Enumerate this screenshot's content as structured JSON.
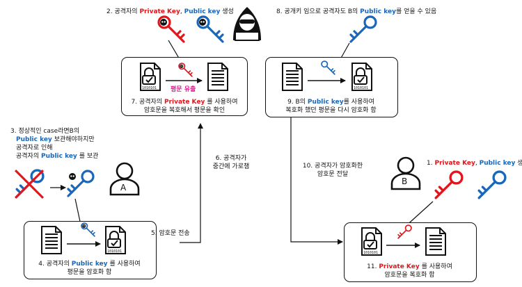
{
  "step1": {
    "num": "1.",
    "private": "Private Key",
    "sep": ",",
    "public": "Public key",
    "tail": "생성"
  },
  "step2": {
    "num": "2. 공격자의",
    "private": "Private Key",
    "sep": ",",
    "public": "Public key",
    "tail": "생성"
  },
  "step3": {
    "line1": "3. 정상적인 case라면B의",
    "line2_key": "Public key",
    "line2_tail": "보관해야하지만",
    "line3": "공격자로 인해",
    "line4_head": "공격자의",
    "line4_key": "Public key",
    "line4_tail": "를 보관"
  },
  "step4": {
    "line1_head": "4. 공격자의",
    "line1_key": "Public key",
    "line1_tail": "를 사용하여",
    "line2": "평문을 암호화 함"
  },
  "step5": {
    "label": "5. 암호문 전송"
  },
  "step6": {
    "line1": "6. 공격자가",
    "line2": "중간에 가로챔"
  },
  "step7": {
    "line1_head": "7. 공격자의",
    "line1_key": "Private Key",
    "line1_tail": "를 사용하여",
    "line2": "암호문을 복호해서 평문을 확인",
    "leak": "평문 유출"
  },
  "step8": {
    "head": "8. 공개키 임으로 공격자도 B의",
    "key": "Public key",
    "tail": "를 얻을 수 있음"
  },
  "step9": {
    "line1_head": "9. B의",
    "line1_key": "Public key",
    "line1_tail": "를 사용하여",
    "line2": "복호화 했던 평문을 다시 암호화 함"
  },
  "step10": {
    "line1": "10. 공격자가 암호화한",
    "line2": "암호문 전달"
  },
  "step11": {
    "line1_head": "11.",
    "line1_key": "Private Key",
    "line1_tail": "를 사용하여",
    "line2": "암호문을 복호화 함"
  },
  "user_a": "A",
  "user_b": "B",
  "colors": {
    "private_key": "#e0161c",
    "public_key": "#1a66b8",
    "leak": "#e0158f"
  }
}
